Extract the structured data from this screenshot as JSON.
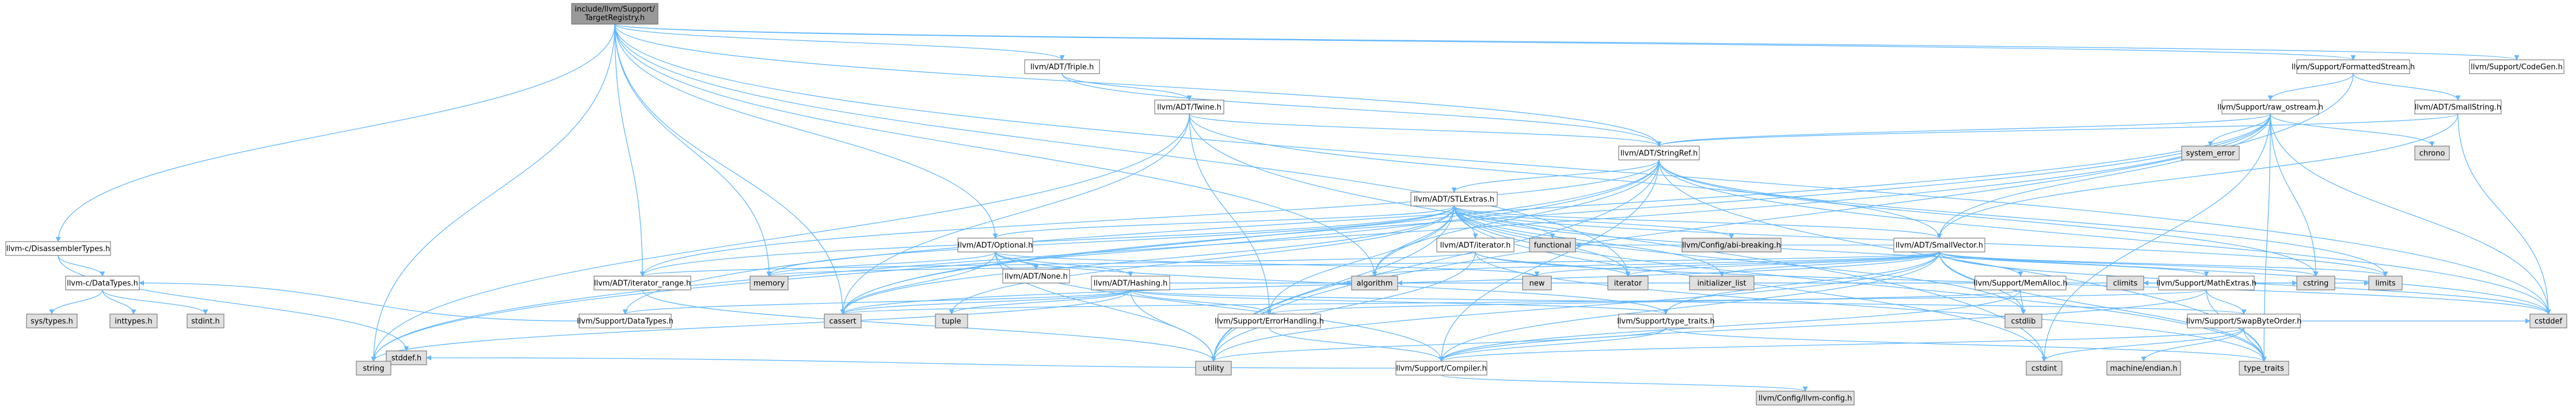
{
  "colors": {
    "root_fill": "#999999",
    "file_fill": "#ffffff",
    "system_fill": "#e0e0e0",
    "border": "#666666",
    "edge": "#63b8ff"
  },
  "nodes": {
    "root": {
      "label": "include/llvm/Support/TargetRegistry.h",
      "kind": "root"
    },
    "disasm_types": {
      "label": "llvm-c/DisassemblerTypes.h",
      "kind": "file"
    },
    "data_types_c": {
      "label": "llvm-c/DataTypes.h",
      "kind": "file"
    },
    "sys_types": {
      "label": "sys/types.h",
      "kind": "system"
    },
    "inttypes": {
      "label": "inttypes.h",
      "kind": "system"
    },
    "stdint": {
      "label": "stdint.h",
      "kind": "system"
    },
    "stddef": {
      "label": "stddef.h",
      "kind": "system"
    },
    "triple": {
      "label": "llvm/ADT/Triple.h",
      "kind": "file"
    },
    "twine": {
      "label": "llvm/ADT/Twine.h",
      "kind": "file"
    },
    "stringref": {
      "label": "llvm/ADT/StringRef.h",
      "kind": "file"
    },
    "stlextras": {
      "label": "llvm/ADT/STLExtras.h",
      "kind": "file"
    },
    "optional": {
      "label": "llvm/ADT/Optional.h",
      "kind": "file"
    },
    "none": {
      "label": "llvm/ADT/None.h",
      "kind": "file"
    },
    "hashing": {
      "label": "llvm/ADT/Hashing.h",
      "kind": "file"
    },
    "iterator": {
      "label": "llvm/ADT/iterator.h",
      "kind": "file"
    },
    "iterator_range": {
      "label": "llvm/ADT/iterator_range.h",
      "kind": "file"
    },
    "smallvector": {
      "label": "llvm/ADT/SmallVector.h",
      "kind": "file"
    },
    "abi_breaking": {
      "label": "llvm/Config/abi-breaking.h",
      "kind": "system"
    },
    "llvm_config": {
      "label": "llvm/Config/llvm-config.h",
      "kind": "system"
    },
    "data_types": {
      "label": "llvm/Support/DataTypes.h",
      "kind": "file"
    },
    "error_handling": {
      "label": "llvm/Support/ErrorHandling.h",
      "kind": "file"
    },
    "compiler": {
      "label": "llvm/Support/Compiler.h",
      "kind": "file"
    },
    "type_traits_h": {
      "label": "llvm/Support/type_traits.h",
      "kind": "file"
    },
    "mem_alloc": {
      "label": "llvm/Support/MemAlloc.h",
      "kind": "file"
    },
    "math_extras": {
      "label": "llvm/Support/MathExtras.h",
      "kind": "file"
    },
    "swap_byte_order": {
      "label": "llvm/Support/SwapByteOrder.h",
      "kind": "file"
    },
    "formatted_stream": {
      "label": "llvm/Support/FormattedStream.h",
      "kind": "file"
    },
    "raw_ostream": {
      "label": "llvm/Support/raw_ostream.h",
      "kind": "file"
    },
    "small_string": {
      "label": "llvm/ADT/SmallString.h",
      "kind": "file"
    },
    "codegen": {
      "label": "llvm/Support/CodeGen.h",
      "kind": "file"
    },
    "functional": {
      "label": "functional",
      "kind": "system"
    },
    "memory": {
      "label": "memory",
      "kind": "system"
    },
    "new": {
      "label": "new",
      "kind": "system"
    },
    "iterator_std": {
      "label": "iterator",
      "kind": "system"
    },
    "initializer_list": {
      "label": "initializer_list",
      "kind": "system"
    },
    "cassert": {
      "label": "cassert",
      "kind": "system"
    },
    "tuple": {
      "label": "tuple",
      "kind": "system"
    },
    "algorithm": {
      "label": "algorithm",
      "kind": "system"
    },
    "string": {
      "label": "string",
      "kind": "system"
    },
    "utility": {
      "label": "utility",
      "kind": "system"
    },
    "cstdlib": {
      "label": "cstdlib",
      "kind": "system"
    },
    "cstring": {
      "label": "cstring",
      "kind": "system"
    },
    "climits": {
      "label": "climits",
      "kind": "system"
    },
    "limits": {
      "label": "limits",
      "kind": "system"
    },
    "cstdint": {
      "label": "cstdint",
      "kind": "system"
    },
    "machine_endian": {
      "label": "machine/endian.h",
      "kind": "system"
    },
    "type_traits": {
      "label": "type_traits",
      "kind": "system"
    },
    "cstddef": {
      "label": "cstddef",
      "kind": "system"
    },
    "system_error": {
      "label": "system_error",
      "kind": "system"
    },
    "chrono": {
      "label": "chrono",
      "kind": "system"
    }
  }
}
